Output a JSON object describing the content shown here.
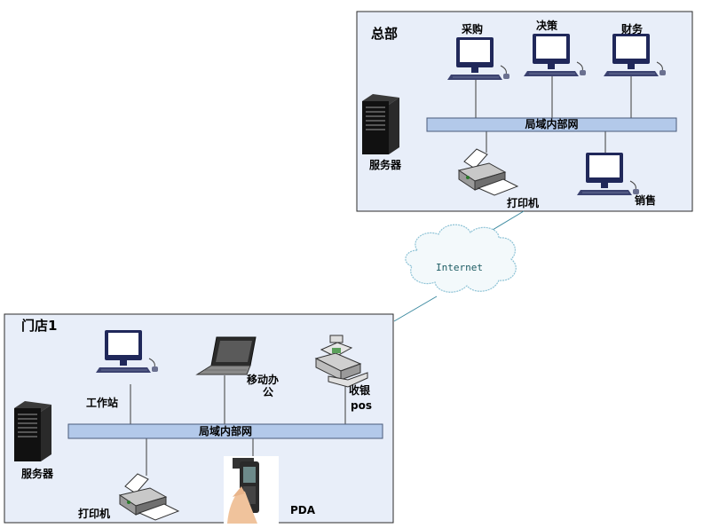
{
  "headquarters": {
    "title": "总部",
    "lan_label": "局域内部网",
    "devices": {
      "procurement": "采购",
      "decision": "决策",
      "finance": "财务",
      "server": "服务器",
      "printer": "打印机",
      "sales": "销售"
    }
  },
  "internet": {
    "label": "Internet"
  },
  "store1": {
    "title": "门店1",
    "lan_label": "局域内部网",
    "devices": {
      "workstation": "工作站",
      "mobile_office_line1": "移动办",
      "mobile_office_line2": "公",
      "cashier_line1": "收银",
      "cashier_line2": "pos",
      "server": "服务器",
      "printer": "打印机",
      "pda": "PDA"
    }
  },
  "colors": {
    "panel_fill": "#e8eef9",
    "panel_border": "#2b2b2b",
    "lan_bar": "#b3c9ea",
    "link_line": "#3c8aa0",
    "cloud_fill": "#f3f9fb",
    "cloud_stroke": "#8ec3d6",
    "monitor_body": "#20285a",
    "monitor_screen": "#ffffff",
    "server_body": "#1a1a1a"
  }
}
